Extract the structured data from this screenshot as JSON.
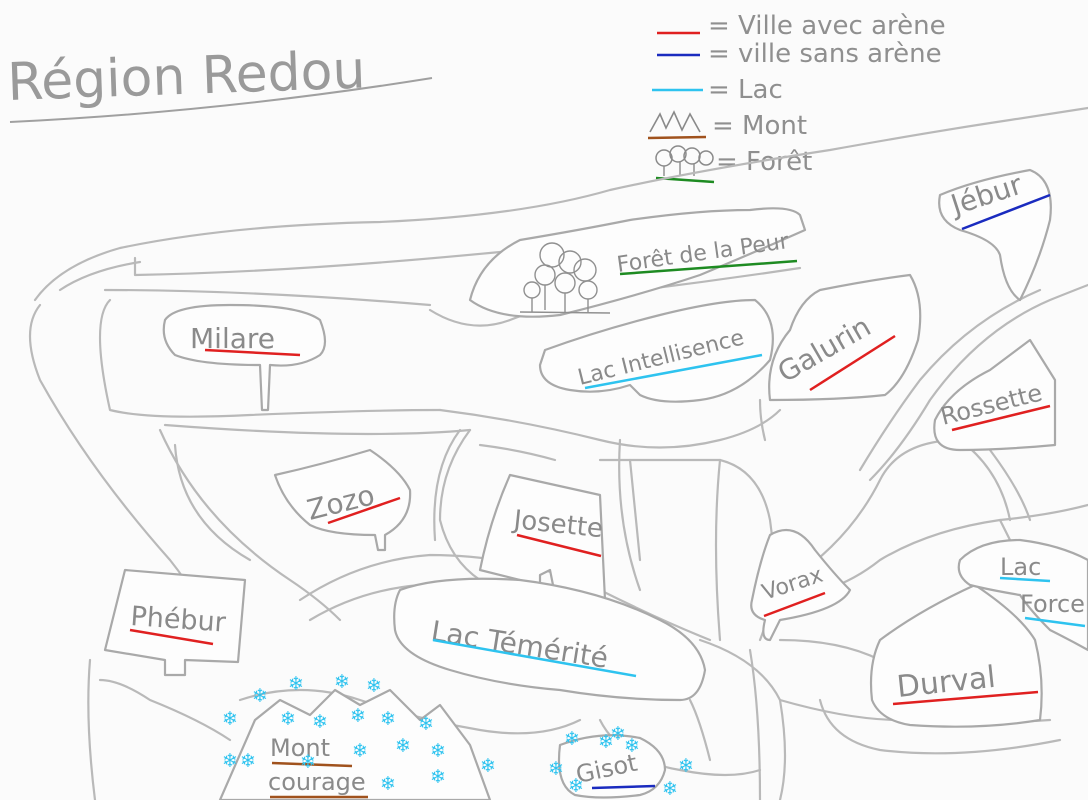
{
  "title": "Région Redou",
  "legend": {
    "city_with_arena": {
      "text": "= Ville avec arène",
      "color": "#e02020"
    },
    "city_without_arena": {
      "text": "= ville sans arène",
      "color": "#1a2bbf"
    },
    "lake": {
      "text": "= Lac",
      "color": "#2ec3ef"
    },
    "mountain": {
      "text": "= Mont",
      "color": "#a0521d"
    },
    "forest": {
      "text": "= Forêt",
      "color": "#1e8b22"
    }
  },
  "places": {
    "milare": "Milare",
    "zozo": "Zozo",
    "phebur": "Phébur",
    "josette": "Josette",
    "galurin": "Galurin",
    "rossette": "Rossette",
    "jebur": "Jébur",
    "vorax": "Vorax",
    "durval": "Durval",
    "gisot": "Gisot",
    "foret_peur": "Forêt de la Peur",
    "lac_intellisence": "Lac Intellisence",
    "lac_temerite": "Lac Témérité",
    "lac_force_1": "Lac",
    "lac_force_2": "Force",
    "mont_courage_1": "Mont",
    "mont_courage_2": "courage"
  },
  "snow_symbol": "❄"
}
